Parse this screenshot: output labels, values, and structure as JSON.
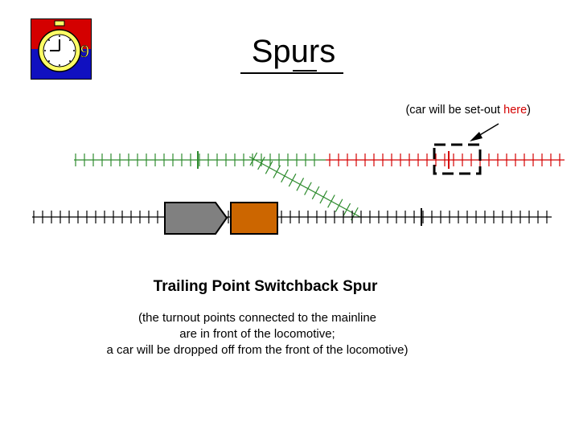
{
  "title": "Spurs",
  "callout": {
    "prefix": "(car will be set-out ",
    "highlight": "here",
    "suffix": ")"
  },
  "caption": {
    "heading": "Trailing Point Switchback Spur",
    "lines": [
      "(the turnout points connected to the mainline",
      "are in front of the locomotive;",
      "a car will be dropped off from the front of the locomotive)"
    ]
  },
  "colors": {
    "spur_track": "#2e8b2e",
    "setout_track": "#d40000",
    "mainline_track": "#000000",
    "locomotive": "#808080",
    "car": "#cc6600",
    "logo_top": "#d40000",
    "logo_bottom": "#1010c0",
    "clock_face": "#ffff66"
  },
  "icons": [
    "stopwatch-logo-icon",
    "callout-arrow-icon",
    "setout-target-box"
  ]
}
